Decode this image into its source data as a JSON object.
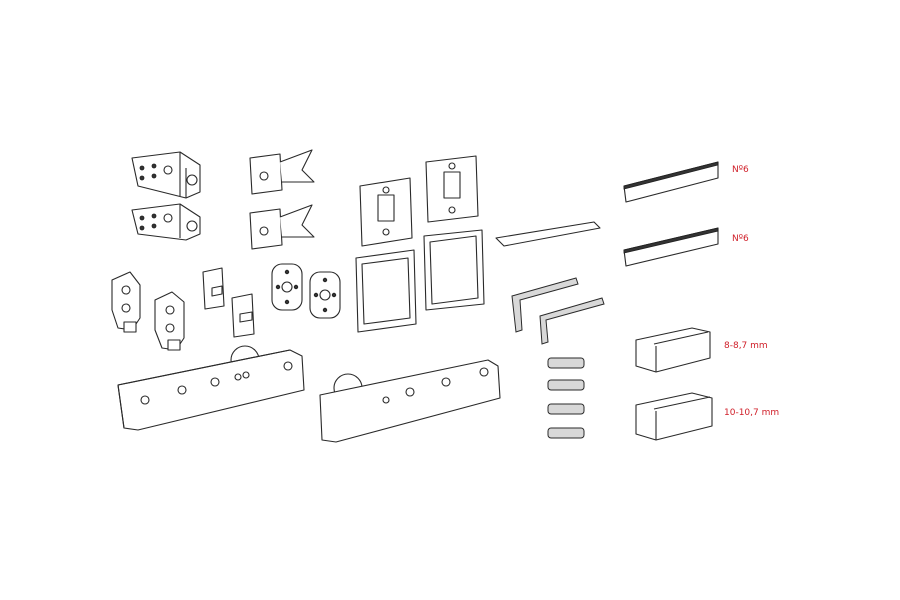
{
  "labels": {
    "strip_top": "Nº6",
    "strip_bottom": "Nº6",
    "clamp_small": "8-8,7 mm",
    "clamp_large": "10-10,7 mm"
  },
  "colors": {
    "label": "#d0202a",
    "line": "#2a2a2a"
  }
}
